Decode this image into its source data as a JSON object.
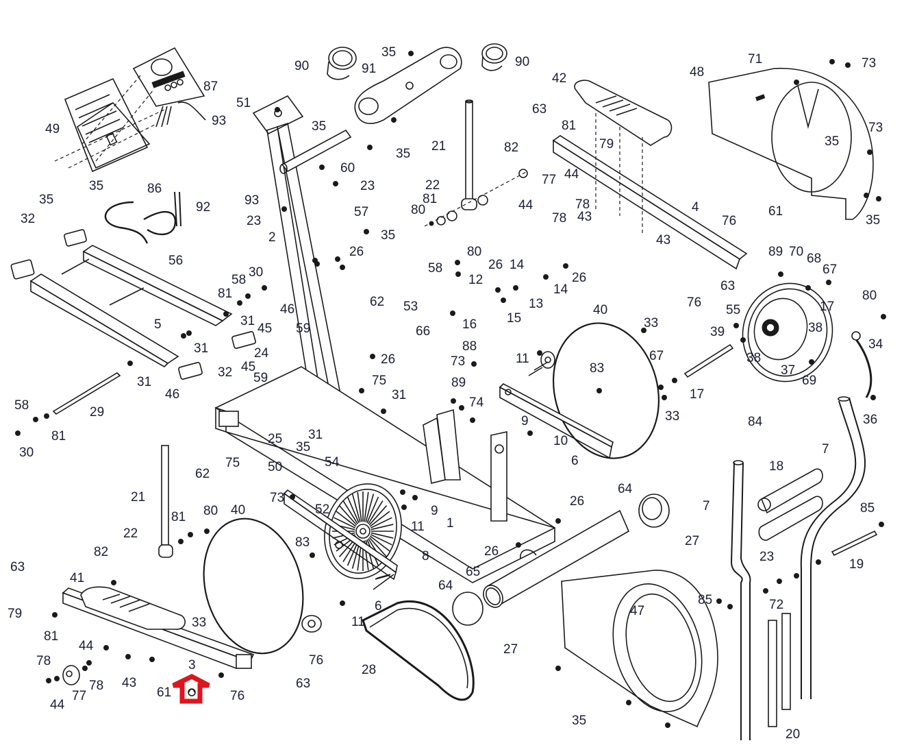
{
  "title": "Elliptical exerciser exploded parts diagram",
  "highlight": {
    "part": "61",
    "color": "#e0141e",
    "shape": "up-arrow"
  },
  "labels": [
    {
      "id": "90a",
      "text": "90"
    },
    {
      "id": "91",
      "text": "91"
    },
    {
      "id": "35a",
      "text": "35"
    },
    {
      "id": "90b",
      "text": "90"
    },
    {
      "id": "87",
      "text": "87"
    },
    {
      "id": "49",
      "text": "49"
    },
    {
      "id": "51",
      "text": "51"
    },
    {
      "id": "93a",
      "text": "93"
    },
    {
      "id": "35b",
      "text": "35"
    },
    {
      "id": "35c",
      "text": "35"
    },
    {
      "id": "35d",
      "text": "35"
    },
    {
      "id": "35e",
      "text": "35"
    },
    {
      "id": "92",
      "text": "92"
    },
    {
      "id": "93b",
      "text": "93"
    },
    {
      "id": "86",
      "text": "86"
    },
    {
      "id": "60",
      "text": "60"
    },
    {
      "id": "23a",
      "text": "23"
    },
    {
      "id": "23b",
      "text": "23"
    },
    {
      "id": "57",
      "text": "57"
    },
    {
      "id": "35f",
      "text": "35"
    },
    {
      "id": "2",
      "text": "2"
    },
    {
      "id": "21a",
      "text": "21"
    },
    {
      "id": "22a",
      "text": "22"
    },
    {
      "id": "81a",
      "text": "81"
    },
    {
      "id": "80a",
      "text": "80"
    },
    {
      "id": "82a",
      "text": "82"
    },
    {
      "id": "63a",
      "text": "63"
    },
    {
      "id": "42",
      "text": "42"
    },
    {
      "id": "81b",
      "text": "81"
    },
    {
      "id": "79a",
      "text": "79"
    },
    {
      "id": "44a",
      "text": "44"
    },
    {
      "id": "77a",
      "text": "77"
    },
    {
      "id": "78a",
      "text": "78"
    },
    {
      "id": "44b",
      "text": "44"
    },
    {
      "id": "78b",
      "text": "78"
    },
    {
      "id": "43a",
      "text": "43"
    },
    {
      "id": "43b",
      "text": "43"
    },
    {
      "id": "4",
      "text": "4"
    },
    {
      "id": "71",
      "text": "71"
    },
    {
      "id": "48",
      "text": "48"
    },
    {
      "id": "73a",
      "text": "73"
    },
    {
      "id": "73b",
      "text": "73"
    },
    {
      "id": "35g",
      "text": "35"
    },
    {
      "id": "35h",
      "text": "35"
    },
    {
      "id": "76a",
      "text": "76"
    },
    {
      "id": "61a",
      "text": "61"
    },
    {
      "id": "32a",
      "text": "32"
    },
    {
      "id": "56",
      "text": "56"
    },
    {
      "id": "58a",
      "text": "58"
    },
    {
      "id": "30a",
      "text": "30"
    },
    {
      "id": "81c",
      "text": "81"
    },
    {
      "id": "31a",
      "text": "31"
    },
    {
      "id": "5",
      "text": "5"
    },
    {
      "id": "31b",
      "text": "31"
    },
    {
      "id": "46a",
      "text": "46"
    },
    {
      "id": "45a",
      "text": "45"
    },
    {
      "id": "59a",
      "text": "59"
    },
    {
      "id": "24",
      "text": "24"
    },
    {
      "id": "32b",
      "text": "32"
    },
    {
      "id": "45b",
      "text": "45"
    },
    {
      "id": "59b",
      "text": "59"
    },
    {
      "id": "46b",
      "text": "46"
    },
    {
      "id": "31c",
      "text": "31"
    },
    {
      "id": "29",
      "text": "29"
    },
    {
      "id": "58b",
      "text": "58"
    },
    {
      "id": "81d",
      "text": "81"
    },
    {
      "id": "30b",
      "text": "30"
    },
    {
      "id": "26a",
      "text": "26"
    },
    {
      "id": "53",
      "text": "53"
    },
    {
      "id": "62a",
      "text": "62"
    },
    {
      "id": "26b",
      "text": "26"
    },
    {
      "id": "75a",
      "text": "75"
    },
    {
      "id": "31d",
      "text": "31"
    },
    {
      "id": "25",
      "text": "25"
    },
    {
      "id": "62b",
      "text": "62"
    },
    {
      "id": "75b",
      "text": "75"
    },
    {
      "id": "58c",
      "text": "58"
    },
    {
      "id": "80b",
      "text": "80"
    },
    {
      "id": "26c",
      "text": "26"
    },
    {
      "id": "12",
      "text": "12"
    },
    {
      "id": "14a",
      "text": "14"
    },
    {
      "id": "14b",
      "text": "14"
    },
    {
      "id": "26d",
      "text": "26"
    },
    {
      "id": "13",
      "text": "13"
    },
    {
      "id": "16",
      "text": "16"
    },
    {
      "id": "15",
      "text": "15"
    },
    {
      "id": "66",
      "text": "66"
    },
    {
      "id": "88",
      "text": "88"
    },
    {
      "id": "73c",
      "text": "73"
    },
    {
      "id": "89a",
      "text": "89"
    },
    {
      "id": "74",
      "text": "74"
    },
    {
      "id": "11a",
      "text": "11"
    },
    {
      "id": "9a",
      "text": "9"
    },
    {
      "id": "10",
      "text": "10"
    },
    {
      "id": "6a",
      "text": "6"
    },
    {
      "id": "40a",
      "text": "40"
    },
    {
      "id": "33a",
      "text": "33"
    },
    {
      "id": "83a",
      "text": "83"
    },
    {
      "id": "67a",
      "text": "67"
    },
    {
      "id": "17a",
      "text": "17"
    },
    {
      "id": "33b",
      "text": "33"
    },
    {
      "id": "76b",
      "text": "76"
    },
    {
      "id": "63b",
      "text": "63"
    },
    {
      "id": "89b",
      "text": "89"
    },
    {
      "id": "70",
      "text": "70"
    },
    {
      "id": "68",
      "text": "68"
    },
    {
      "id": "67b",
      "text": "67"
    },
    {
      "id": "17b",
      "text": "17"
    },
    {
      "id": "55",
      "text": "55"
    },
    {
      "id": "38a",
      "text": "38"
    },
    {
      "id": "38b",
      "text": "38"
    },
    {
      "id": "37",
      "text": "37"
    },
    {
      "id": "39",
      "text": "39"
    },
    {
      "id": "80c",
      "text": "80"
    },
    {
      "id": "34",
      "text": "34"
    },
    {
      "id": "69",
      "text": "69"
    },
    {
      "id": "36",
      "text": "36"
    },
    {
      "id": "84",
      "text": "84"
    },
    {
      "id": "7a",
      "text": "7"
    },
    {
      "id": "18",
      "text": "18"
    },
    {
      "id": "7b",
      "text": "7"
    },
    {
      "id": "85a",
      "text": "85"
    },
    {
      "id": "19",
      "text": "19"
    },
    {
      "id": "23c",
      "text": "23"
    },
    {
      "id": "72",
      "text": "72"
    },
    {
      "id": "85b",
      "text": "85"
    },
    {
      "id": "20",
      "text": "20"
    },
    {
      "id": "47",
      "text": "47"
    },
    {
      "id": "35i",
      "text": "35"
    },
    {
      "id": "27a",
      "text": "27"
    },
    {
      "id": "27b",
      "text": "27"
    },
    {
      "id": "64a",
      "text": "64"
    },
    {
      "id": "64b",
      "text": "64"
    },
    {
      "id": "65",
      "text": "65"
    },
    {
      "id": "26e",
      "text": "26"
    },
    {
      "id": "26f",
      "text": "26"
    },
    {
      "id": "1",
      "text": "1"
    },
    {
      "id": "9b",
      "text": "9"
    },
    {
      "id": "11b",
      "text": "11"
    },
    {
      "id": "8",
      "text": "8"
    },
    {
      "id": "6b",
      "text": "6"
    },
    {
      "id": "11c",
      "text": "11"
    },
    {
      "id": "28",
      "text": "28"
    },
    {
      "id": "83b",
      "text": "83"
    },
    {
      "id": "52",
      "text": "52"
    },
    {
      "id": "73d",
      "text": "73"
    },
    {
      "id": "50",
      "text": "50"
    },
    {
      "id": "35j",
      "text": "35"
    },
    {
      "id": "54",
      "text": "54"
    },
    {
      "id": "31e",
      "text": "31"
    },
    {
      "id": "21b",
      "text": "21"
    },
    {
      "id": "81e",
      "text": "81"
    },
    {
      "id": "80d",
      "text": "80"
    },
    {
      "id": "22b",
      "text": "22"
    },
    {
      "id": "82b",
      "text": "82"
    },
    {
      "id": "40b",
      "text": "40"
    },
    {
      "id": "63c",
      "text": "63"
    },
    {
      "id": "41",
      "text": "41"
    },
    {
      "id": "79b",
      "text": "79"
    },
    {
      "id": "81f",
      "text": "81"
    },
    {
      "id": "44c",
      "text": "44"
    },
    {
      "id": "78c",
      "text": "78"
    },
    {
      "id": "78d",
      "text": "78"
    },
    {
      "id": "77b",
      "text": "77"
    },
    {
      "id": "44d",
      "text": "44"
    },
    {
      "id": "43c",
      "text": "43"
    },
    {
      "id": "3",
      "text": "3"
    },
    {
      "id": "61b",
      "text": "61"
    },
    {
      "id": "76c",
      "text": "76"
    },
    {
      "id": "76d",
      "text": "76"
    },
    {
      "id": "63d",
      "text": "63"
    },
    {
      "id": "33c",
      "text": "33"
    }
  ]
}
